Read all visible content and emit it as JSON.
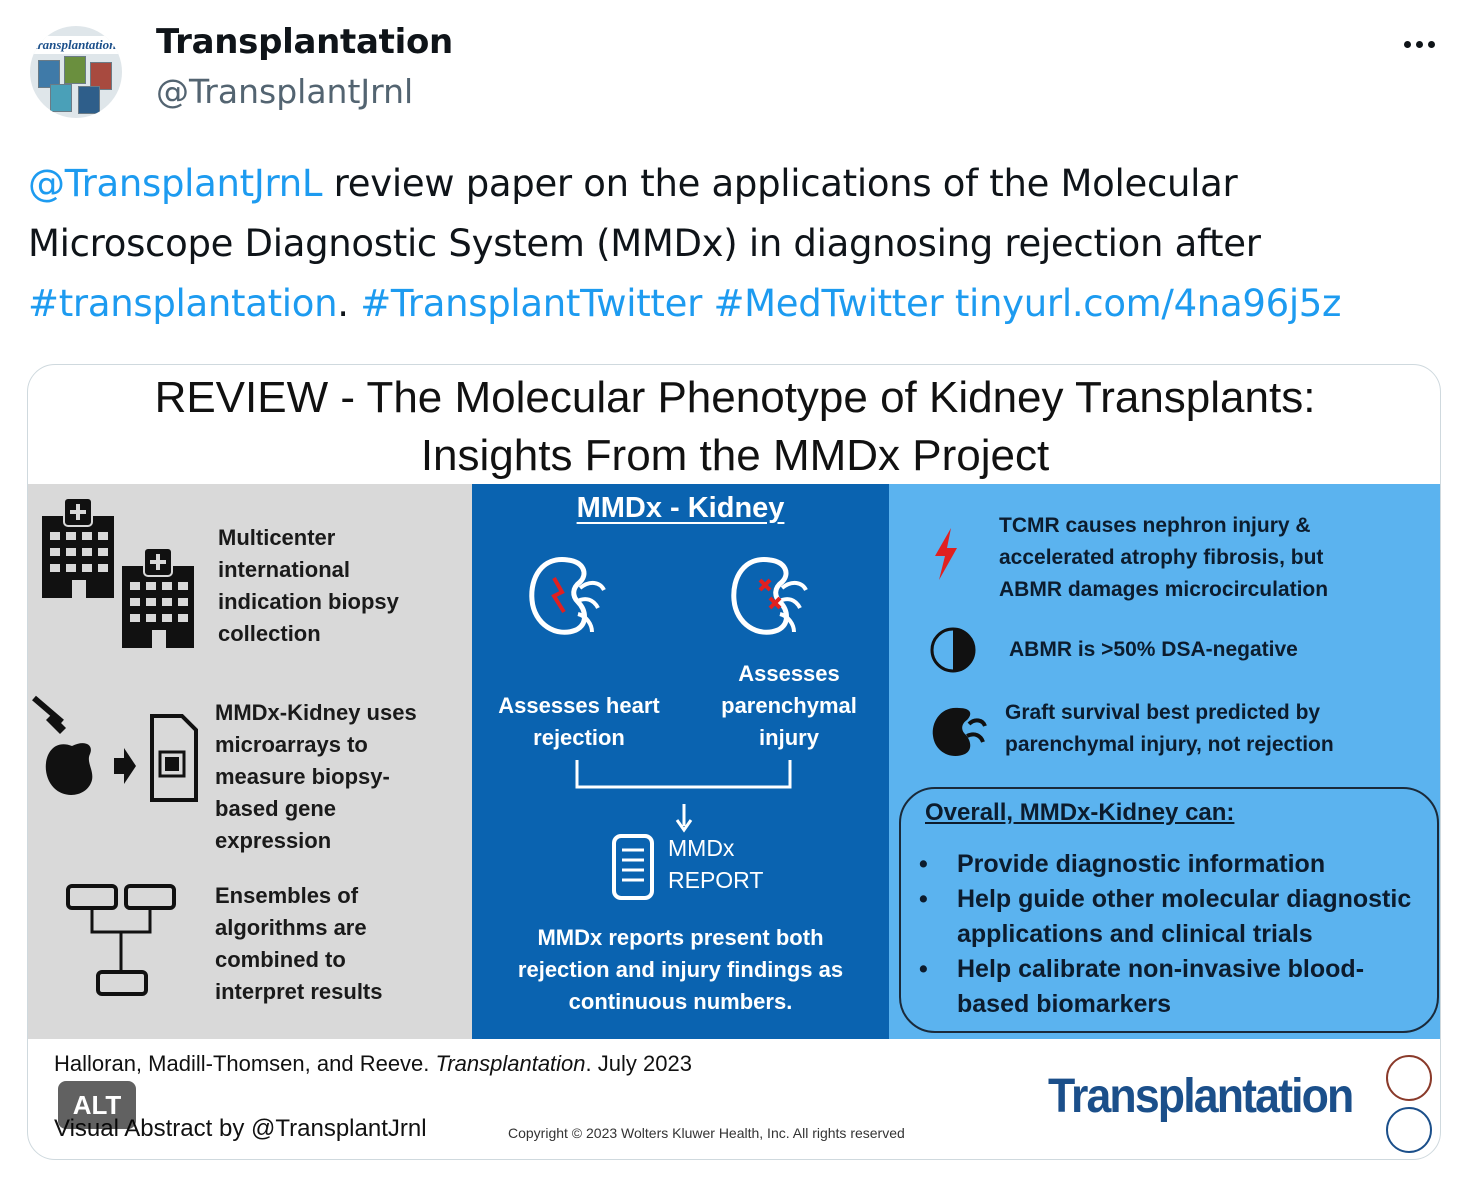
{
  "author": {
    "display_name": "Transplantation",
    "handle": "@TransplantJrnl",
    "avatar_text": "transplantation"
  },
  "tweet": {
    "mention": "@TransplantJrnL",
    "text_1": " review paper on the applications of the Molecular Microscope Diagnostic System (MMDx) in diagnosing rejection after ",
    "hashtag_1": "#transplantation",
    "text_2": ". ",
    "hashtag_2": "#TransplantTwitter",
    "hashtag_3": "#MedTwitter",
    "link": "tinyurl.com/4na96j5z"
  },
  "infographic": {
    "title_line1": "REVIEW - The Molecular Phenotype of Kidney Transplants:",
    "title_line2": "Insights From the MMDx Project",
    "left": {
      "item1": [
        "Multicenter",
        "international",
        "indication biopsy",
        "collection"
      ],
      "item2": [
        "MMDx-Kidney uses",
        "microarrays to",
        "measure biopsy-",
        "based gene",
        "expression"
      ],
      "item3": [
        "Ensembles of",
        "algorithms are",
        "combined to",
        "interpret results"
      ]
    },
    "middle": {
      "heading": "MMDx - Kidney",
      "label_a": [
        "Assesses heart",
        "rejection"
      ],
      "label_b": [
        "Assesses",
        "parenchymal",
        "injury"
      ],
      "report": [
        "MMDx",
        "REPORT"
      ],
      "summary": [
        "MMDx reports present both",
        "rejection and injury findings as",
        "continuous numbers."
      ]
    },
    "right": {
      "point1": [
        "TCMR causes nephron injury &",
        "accelerated atrophy fibrosis, but",
        "ABMR damages microcirculation"
      ],
      "point2": "ABMR is >50% DSA-negative",
      "point3": [
        "Graft survival best predicted by",
        "parenchymal injury, not rejection"
      ],
      "overall_title": "Overall, MMDx-Kidney can:",
      "bullets": [
        "Provide diagnostic information",
        "Help guide other molecular diagnostic applications and clinical trials",
        "Help calibrate non-invasive blood-based biomarkers"
      ]
    },
    "footer": {
      "citation_authors": "Halloran, Madill-Thomsen, and Reeve. ",
      "citation_journal": "Transplantation",
      "citation_date": ". July 2023",
      "visual_abstract": "Visual Abstract by @TransplantJrnl",
      "copyright": "Copyright © 2023  Wolters Kluwer Health, Inc. All rights reserved",
      "brand": "Transplantation"
    }
  },
  "alt_badge": "ALT",
  "colors": {
    "link": "#1d9bf0",
    "panel_left": "#d9d9d9",
    "panel_mid": "#0a63b0",
    "panel_right": "#5bb3ef",
    "brand": "#1b4f8a",
    "accent_red": "#e02020"
  }
}
